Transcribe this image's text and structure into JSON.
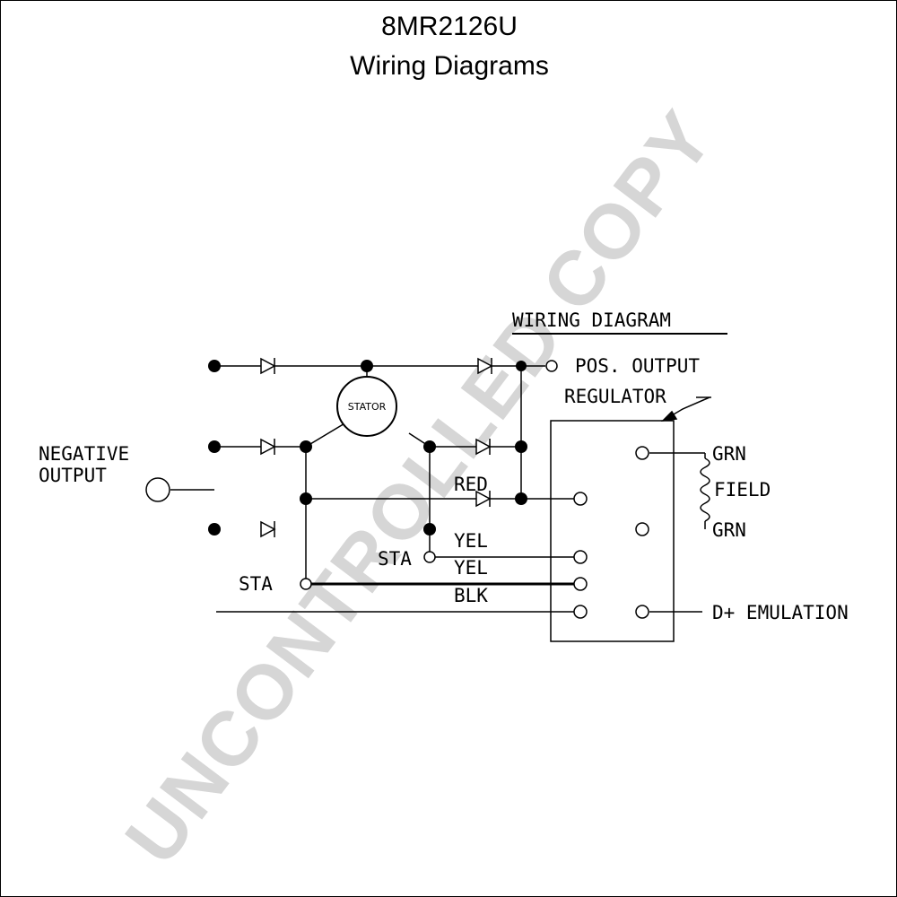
{
  "title": "8MR2126U",
  "subtitle": "Wiring Diagrams",
  "watermark": "UNCONTROLLED COPY",
  "diagram_heading": "WIRING DIAGRAM",
  "labels": {
    "pos_output": "POS. OUTPUT",
    "regulator": "REGULATOR",
    "negative": "NEGATIVE",
    "output": "OUTPUT",
    "stator": "STATOR",
    "red": "RED",
    "yel1": "YEL",
    "yel2": "YEL",
    "blk": "BLK",
    "sta1": "STA",
    "sta2": "STA",
    "grn1": "GRN",
    "field": "FIELD",
    "grn2": "GRN",
    "d_plus": "D+ EMULATION"
  }
}
